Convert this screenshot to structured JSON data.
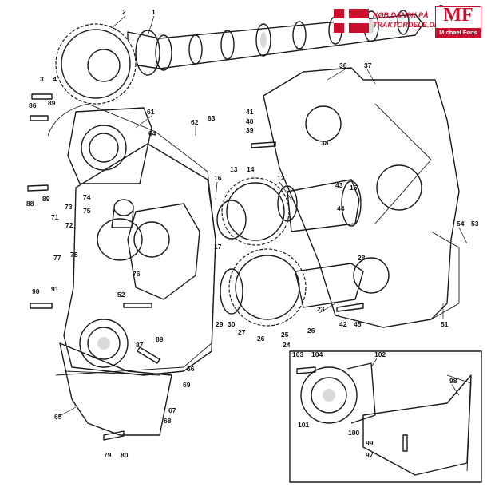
{
  "brand": {
    "shop_line1": "KØB DANSK PÅ",
    "shop_line2": "TRAKTORDELE.DK",
    "logo_letters": "MF",
    "logo_name": "Michael Føns"
  },
  "callouts": [
    {
      "id": "c1",
      "text": "1"
    },
    {
      "id": "c2",
      "text": "2"
    },
    {
      "id": "c3",
      "text": "3"
    },
    {
      "id": "c4",
      "text": "4"
    },
    {
      "id": "c5",
      "text": "5"
    },
    {
      "id": "c86",
      "text": "86"
    },
    {
      "id": "c89a",
      "text": "89"
    },
    {
      "id": "c61",
      "text": "61"
    },
    {
      "id": "c62",
      "text": "62"
    },
    {
      "id": "c63",
      "text": "63"
    },
    {
      "id": "c64",
      "text": "64"
    },
    {
      "id": "c36",
      "text": "36"
    },
    {
      "id": "c37",
      "text": "37"
    },
    {
      "id": "c41",
      "text": "41"
    },
    {
      "id": "c40",
      "text": "40"
    },
    {
      "id": "c39",
      "text": "39"
    },
    {
      "id": "c38",
      "text": "38"
    },
    {
      "id": "c13",
      "text": "13"
    },
    {
      "id": "c14",
      "text": "14"
    },
    {
      "id": "c16",
      "text": "16"
    },
    {
      "id": "c12",
      "text": "12"
    },
    {
      "id": "c43",
      "text": "43"
    },
    {
      "id": "c15",
      "text": "15"
    },
    {
      "id": "c44",
      "text": "44"
    },
    {
      "id": "c88",
      "text": "88"
    },
    {
      "id": "c89b",
      "text": "89"
    },
    {
      "id": "c74",
      "text": "74"
    },
    {
      "id": "c73",
      "text": "73"
    },
    {
      "id": "c75",
      "text": "75"
    },
    {
      "id": "c71",
      "text": "71"
    },
    {
      "id": "c72",
      "text": "72"
    },
    {
      "id": "c77",
      "text": "77"
    },
    {
      "id": "c78",
      "text": "78"
    },
    {
      "id": "c76",
      "text": "76"
    },
    {
      "id": "c17",
      "text": "17"
    },
    {
      "id": "c54",
      "text": "54"
    },
    {
      "id": "c53",
      "text": "53"
    },
    {
      "id": "c28",
      "text": "28"
    },
    {
      "id": "c90",
      "text": "90"
    },
    {
      "id": "c91",
      "text": "91"
    },
    {
      "id": "c52",
      "text": "52"
    },
    {
      "id": "c29",
      "text": "29"
    },
    {
      "id": "c30",
      "text": "30"
    },
    {
      "id": "c27",
      "text": "27"
    },
    {
      "id": "c23",
      "text": "23"
    },
    {
      "id": "c42",
      "text": "42"
    },
    {
      "id": "c45",
      "text": "45"
    },
    {
      "id": "c51",
      "text": "51"
    },
    {
      "id": "c87",
      "text": "87"
    },
    {
      "id": "c89c",
      "text": "89"
    },
    {
      "id": "c25",
      "text": "25"
    },
    {
      "id": "c26a",
      "text": "26"
    },
    {
      "id": "c26b",
      "text": "26"
    },
    {
      "id": "c24",
      "text": "24"
    },
    {
      "id": "c66",
      "text": "66"
    },
    {
      "id": "c69",
      "text": "69"
    },
    {
      "id": "c103",
      "text": "103"
    },
    {
      "id": "c104",
      "text": "104"
    },
    {
      "id": "c102",
      "text": "102"
    },
    {
      "id": "c98",
      "text": "98"
    },
    {
      "id": "c65",
      "text": "65"
    },
    {
      "id": "c67",
      "text": "67"
    },
    {
      "id": "c68",
      "text": "68"
    },
    {
      "id": "c101",
      "text": "101"
    },
    {
      "id": "c100",
      "text": "100"
    },
    {
      "id": "c99",
      "text": "99"
    },
    {
      "id": "c97",
      "text": "97"
    },
    {
      "id": "c79",
      "text": "79"
    },
    {
      "id": "c80",
      "text": "80"
    }
  ]
}
